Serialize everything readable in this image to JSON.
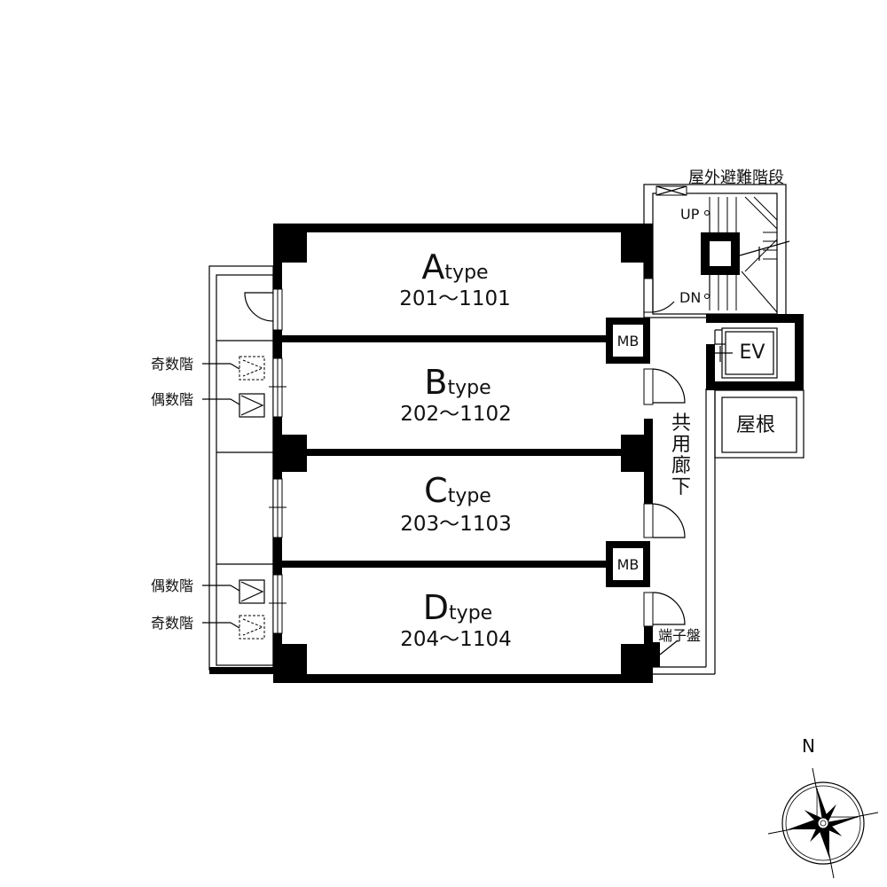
{
  "units": [
    {
      "letter": "A",
      "suffix": "type",
      "range": "201～1101"
    },
    {
      "letter": "B",
      "suffix": "type",
      "range": "202～1102"
    },
    {
      "letter": "C",
      "suffix": "type",
      "range": "203～1103"
    },
    {
      "letter": "D",
      "suffix": "type",
      "range": "204～1104"
    }
  ],
  "labels": {
    "exterior_stair": "屋外避難階段",
    "up": "UP",
    "dn": "DN",
    "ev": "EV",
    "roof": "屋根",
    "corridor": [
      "共",
      "用",
      "廊",
      "下"
    ],
    "mb": "MB",
    "terminal_board": "端子盤",
    "odd_floor": "奇数階",
    "even_floor": "偶数階",
    "north": "N"
  }
}
